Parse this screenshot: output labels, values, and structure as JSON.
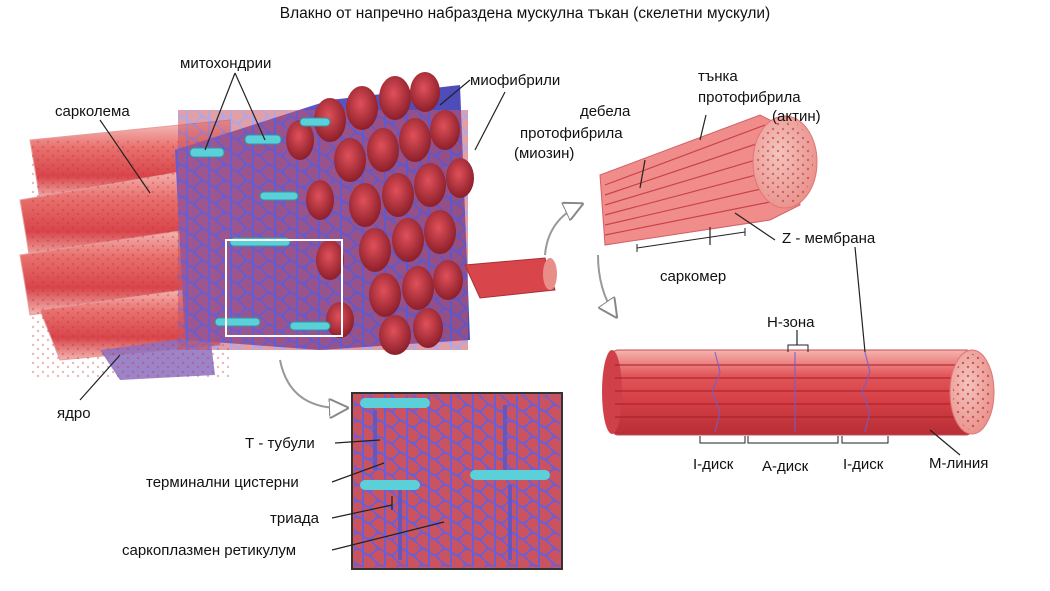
{
  "title": "Влакно от напречно набраздена мускулна тъкан (скелетни мускули)",
  "labels": {
    "sarcolemma": "сарколема",
    "mitochondria": "митохондрии",
    "myofibrils": "миофибрили",
    "nucleus": "ядро",
    "thick_1": "дебела",
    "thick_2": "протофибрила",
    "thick_3": "(миозин)",
    "thin_1": "тънка",
    "thin_2": "протофибрила",
    "thin_3": "(актин)",
    "z_membrane": "Z - мембрана",
    "sarcomere": "саркомер",
    "h_zone": "Н-зона",
    "i_disc_left": "I-диск",
    "a_disc": "А-диск",
    "i_disc_right": "I-диск",
    "m_line": "М-линия",
    "t_tubules": "Т - тубули",
    "terminal_cisternae": "терминални цистерни",
    "triad": "триада",
    "sarcoplasmic_reticulum": "саркоплазмен ретикулум"
  },
  "colors": {
    "muscle_red": "#d8454a",
    "muscle_light": "#f2a0a0",
    "muscle_dark": "#8c1f2a",
    "reticulum_blue": "#5a58c8",
    "mitochondria_cyan": "#5cd0d8",
    "line_color": "#222222"
  }
}
